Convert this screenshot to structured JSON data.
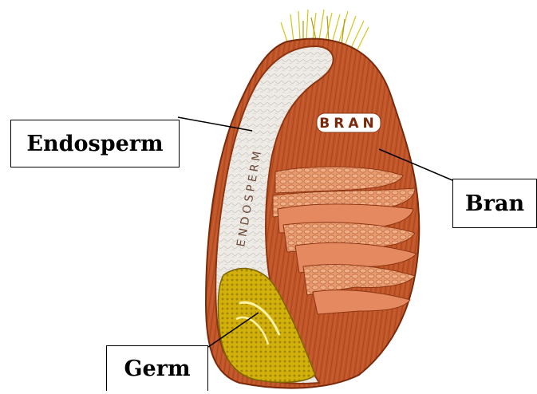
{
  "labels": {
    "endosperm": "Endosperm",
    "bran": "Bran",
    "germ": "Germ"
  },
  "inner_text": {
    "bran_tag": "BRAN",
    "endosperm_vertical": "ENDOSPERM"
  },
  "colors": {
    "bran": "#c0562a",
    "bran_dark": "#8e3512",
    "bran_light": "#e58a60",
    "endosperm": "#eeebe6",
    "germ": "#d2b10c",
    "germ_dark": "#7b6400",
    "hair": "#d6c51d"
  }
}
